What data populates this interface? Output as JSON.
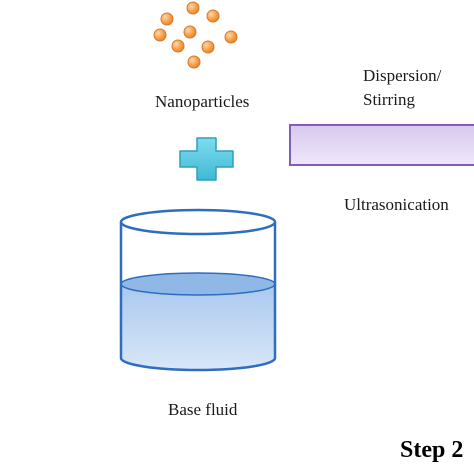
{
  "labels": {
    "nanoparticles": "Nanoparticles",
    "dispersion": "Dispersion/",
    "stirring": "Stirring",
    "ultrasonication": "Ultrasonication",
    "base_fluid": "Base fluid",
    "step": "Step 2"
  },
  "colors": {
    "particle_fill": "#f5a04a",
    "particle_stroke": "#d9792a",
    "plus_fill": "#5ccfe6",
    "plus_stroke": "#2f9fbd",
    "liquid_fill": "#bcd6f2",
    "liquid_top": "#8fb8e6",
    "beaker_stroke": "#2f6dc0",
    "bar_fill": "#e2d6f2",
    "bar_stroke": "#8a5ab8"
  },
  "icons": [
    "nanoparticle-cluster",
    "plus-icon",
    "beaker-icon",
    "mixing-bar"
  ]
}
